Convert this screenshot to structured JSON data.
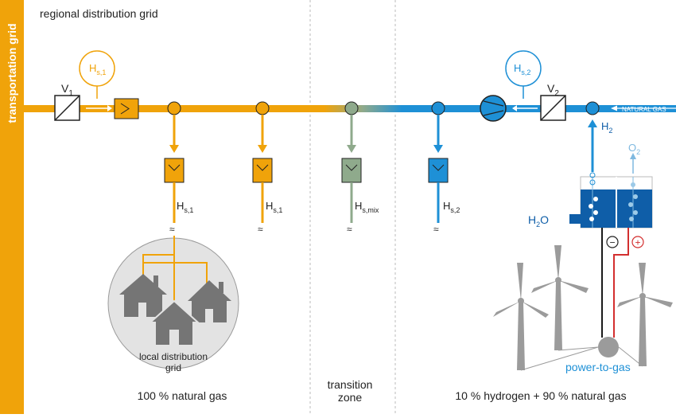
{
  "title": "regional distribution grid",
  "side_label": "transportation grid",
  "valves": {
    "v1": {
      "main": "V",
      "sub": "1"
    },
    "v2": {
      "main": "V",
      "sub": "2"
    }
  },
  "sensors": {
    "s1": {
      "main": "H",
      "sub": "s,1"
    },
    "s2": {
      "main": "H",
      "sub": "s,2"
    }
  },
  "natural_gas_inlet": "NATURAL GAS",
  "consumers": [
    {
      "main": "H",
      "sub": "s,1"
    },
    {
      "main": "H",
      "sub": "s,1"
    },
    {
      "main": "H",
      "sub": "s,mix"
    },
    {
      "main": "H",
      "sub": "s,2"
    }
  ],
  "wave_symbol": "≈",
  "local_grid_label": [
    "local distribution",
    "grid"
  ],
  "electrolyzer": {
    "h2_out": {
      "main": "H",
      "sub": "2"
    },
    "o2_out": {
      "main": "O",
      "sub": "2"
    },
    "water_in": {
      "main": "H",
      "sub": "2",
      "tail": "O"
    },
    "minus": "−",
    "plus": "+"
  },
  "ptg_label": "power-to-gas",
  "zones": {
    "natural": "100 % natural gas",
    "transition": [
      "transition",
      "zone"
    ],
    "hydrogen": "10 % hydrogen + 90 % natural gas"
  },
  "colors": {
    "orange": "#F0A30A",
    "blue": "#1E90D6",
    "dark_blue": "#0F5EA8",
    "green": "#8FAA8C",
    "gray": "#9B9B9B",
    "red": "#D32F2F",
    "black": "#1A1A1A"
  }
}
